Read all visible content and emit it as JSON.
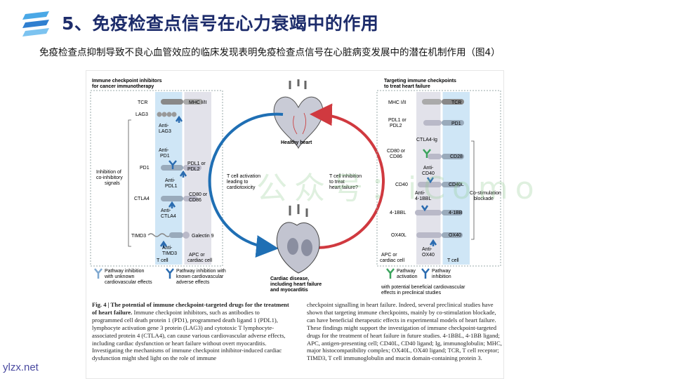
{
  "slide": {
    "title": "5、免疫检查点信号在心力衰竭中的作用",
    "subtitle": "免疫检查点抑制导致不良心血管效应的临床发现表明免疫检查点信号在心脏病变发展中的潜在机制作用（图4）",
    "footer": "ylzx.net",
    "watermark": "公众号：iComo"
  },
  "figure": {
    "left_panel": {
      "title_l1": "Immune checkpoint inhibitors",
      "title_l2": "for cancer immunotherapy",
      "tcr": "TCR",
      "mhc": "MHC I/II",
      "lag3": "LAG3",
      "anti_lag3_l1": "Anti-",
      "anti_lag3_l2": "LAG3",
      "anti_pd1_l1": "Anti-",
      "anti_pd1_l2": "PD1",
      "pd1": "PD1",
      "pdl1_l1": "PDL1 or",
      "pdl1_l2": "PDL2",
      "anti_pdl1_l1": "Anti-",
      "anti_pdl1_l2": "PDL1",
      "inhibition_l1": "Inhibition of",
      "inhibition_l2": "co-inhibitory",
      "inhibition_l3": "signals",
      "ctla4": "CTLA4",
      "cd80_l1": "CD80 or",
      "cd80_l2": "CD86",
      "anti_ctla4_l1": "Anti-",
      "anti_ctla4_l2": "CTLA4",
      "timd3": "TIMD3",
      "galectin": "Galectin 9",
      "anti_timd3_l1": "Anti-",
      "anti_timd3_l2": "TIMD3",
      "tcell": "T cell",
      "apc_l1": "APC or",
      "apc_l2": "cardiac cell",
      "legend1_l1": "Pathway inhibition",
      "legend1_l2": "with unknown",
      "legend1_l3": "cardiovascular effects",
      "legend2_l1": "Pathway inhibition with",
      "legend2_l2": "known cardiovascular",
      "legend2_l3": "adverse effects"
    },
    "center": {
      "healthy_heart": "Healthy heart",
      "left_arrow_l1": "T cell activation",
      "left_arrow_l2": "leading to",
      "left_arrow_l3": "cardiotoxicity",
      "right_arrow_l1": "T cell inhibition",
      "right_arrow_l2": "to treat",
      "right_arrow_l3": "heart failure?",
      "disease_l1": "Cardiac disease,",
      "disease_l2": "including heart failure",
      "disease_l3": "and myocarditis"
    },
    "right_panel": {
      "title_l1": "Targeting immune checkpoints",
      "title_l2": "to treat heart failure",
      "mhc": "MHC I/II",
      "tcr": "TCR",
      "pdl1_l1": "PDL1 or",
      "pdl1_l2": "PDL2",
      "pd1": "PD1",
      "ctla4ig": "CTLA4-Ig",
      "cd80_l1": "CD80 or",
      "cd80_l2": "CD86",
      "cd28": "CD28",
      "anti_cd40_l1": "Anti-",
      "anti_cd40_l2": "CD40",
      "cd40": "CD40",
      "cd40l": "CD40L",
      "costim_l1": "Co-stimulation",
      "costim_l2": "blockade",
      "anti_4_1bbl_l1": "Anti-",
      "anti_4_1bbl_l2": "4-1BBL",
      "4_1bbl": "4-1BBL",
      "4_1bb": "4-1BB",
      "ox40l": "OX40L",
      "ox40": "OX40",
      "anti_ox40_l1": "Anti-",
      "anti_ox40_l2": "OX40",
      "apc_l1": "APC or",
      "apc_l2": "cardiac cell",
      "tcell": "T cell",
      "legend_act_l1": "Pathway",
      "legend_act_l2": "activation",
      "legend_inh_l1": "Pathway",
      "legend_inh_l2": "inhibition",
      "legend_note_l1": "with potential beneficial cardiovascular",
      "legend_note_l2": "effects in preclinical studies"
    },
    "caption_left": {
      "bold": "Fig. 4 | The potential of immune checkpoint-targeted drugs for the treatment of heart failure.",
      "text": " Immune checkpoint inhibitors, such as antibodies to programmed cell death protein 1 (PD1), programmed death ligand 1 (PDL1), lymphocyte activation gene 3 protein (LAG3) and cytotoxic T lymphocyte-associated protein 4 (CTLA4), can cause various cardiovascular adverse effects, including cardiac dysfunction or heart failure without overt myocarditis. Investigating the mechanisms of immune checkpoint inhibitor-induced cardiac dysfunction might shed light on the role of immune"
    },
    "caption_right": "checkpoint signalling in heart failure. Indeed, several preclinical studies have shown that targeting immune checkpoints, mainly by co-stimulation blockade, can have beneficial therapeutic effects in experimental models of heart failure. These findings might support the investigation of immune checkpoint-targeted drugs for the treatment of heart failure in future studies. 4-1BBL, 4-1BB ligand; APC, antigen-presenting cell; CD40L, CD40 ligand; Ig, immunoglobulin; MHC, major histocompatibility complex; OX40L, OX40 ligand; TCR, T cell receptor; TIMD3, T cell immunoglobulin and mucin domain-containing protein 3."
  },
  "colors": {
    "title": "#1d2c6b",
    "tcell_blue": "#cfe6f6",
    "apc_gray": "#e2e2ea",
    "antibody_blue": "#2b6cb0",
    "antibody_green": "#3aa35c",
    "arrow_red": "#d0393f",
    "arrow_blue": "#1f6fb4"
  }
}
